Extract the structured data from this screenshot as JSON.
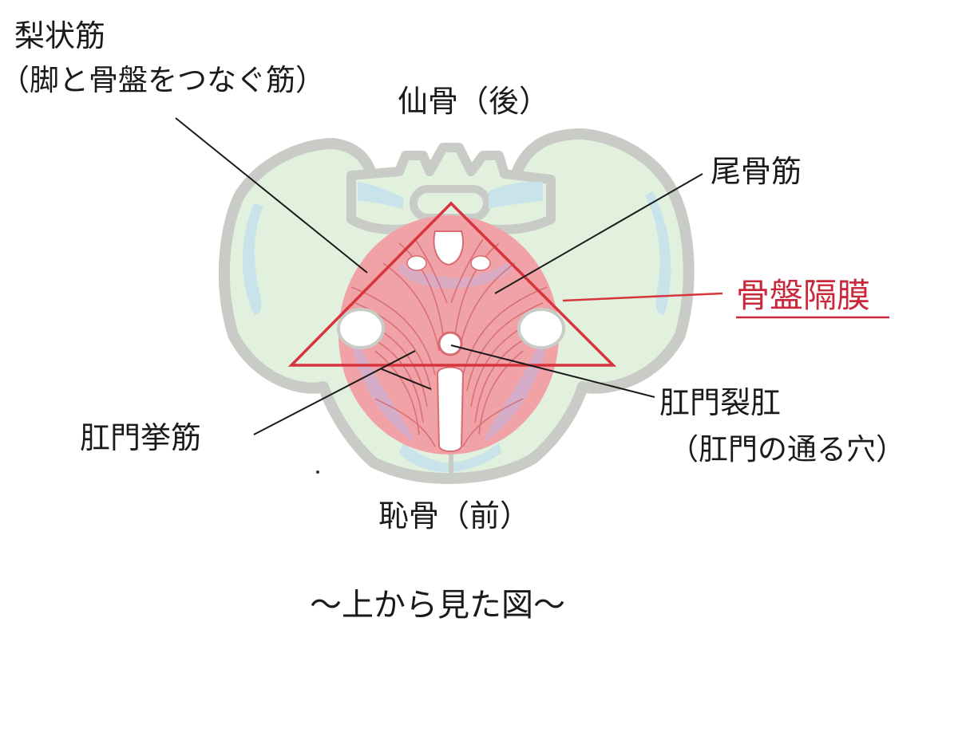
{
  "labels": {
    "piriformis_line1": "梨状筋",
    "piriformis_line2": "（脚と骨盤をつなぐ筋）",
    "sacrum": "仙骨（後）",
    "coccygeus": "尾骨筋",
    "pelvic_diaphragm": "骨盤隔膜",
    "levator_ani": "肛門挙筋",
    "anal_hiatus_line1": "肛門裂肛",
    "anal_hiatus_line2": "（肛門の通る穴）",
    "pubis": "恥骨（前）",
    "caption": "〜上から見た図〜"
  },
  "colors": {
    "bone_fill": "#e2f1de",
    "bone_outline": "#c9ccc6",
    "bone_shadow": "#c8e4ea",
    "muscle_fill": "#f0a2a6",
    "muscle_fiber": "#d86b72",
    "muscle_shade": "#c8b4dc",
    "triangle": "#d8343e",
    "highlight_text": "#c8283a",
    "text": "#1a1a1a"
  }
}
